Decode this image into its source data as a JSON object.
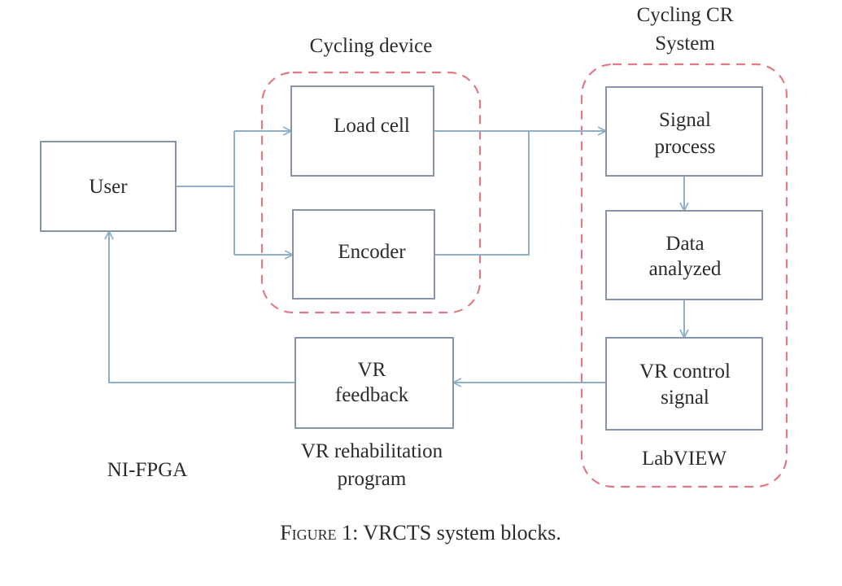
{
  "figure": {
    "caption_prefix": "Figure 1:",
    "caption_text": " VRCTS system blocks."
  },
  "groups": {
    "cycling_device": {
      "label": "Cycling device"
    },
    "cycling_cr_system": {
      "label_line1": "Cycling CR",
      "label_line2": "System",
      "footer": "LabVIEW"
    }
  },
  "blocks": {
    "user": {
      "line1": "User"
    },
    "load_cell": {
      "line1": "Load cell"
    },
    "encoder": {
      "line1": "Encoder"
    },
    "signal_process": {
      "line1": "Signal",
      "line2": "process"
    },
    "data_analyzed": {
      "line1": "Data",
      "line2": "analyzed"
    },
    "vr_control_signal": {
      "line1": "VR control",
      "line2": "signal"
    },
    "vr_feedback": {
      "line1": "VR",
      "line2": "feedback"
    }
  },
  "labels": {
    "vr_program_line1": "VR rehabilitation",
    "vr_program_line2": "program",
    "ni_fpga": "NI-FPGA"
  },
  "colors": {
    "box_stroke": "#8794a8",
    "connector": "#8fb0c6",
    "group_dash": "#e07a86",
    "text": "#2b2b2b"
  }
}
